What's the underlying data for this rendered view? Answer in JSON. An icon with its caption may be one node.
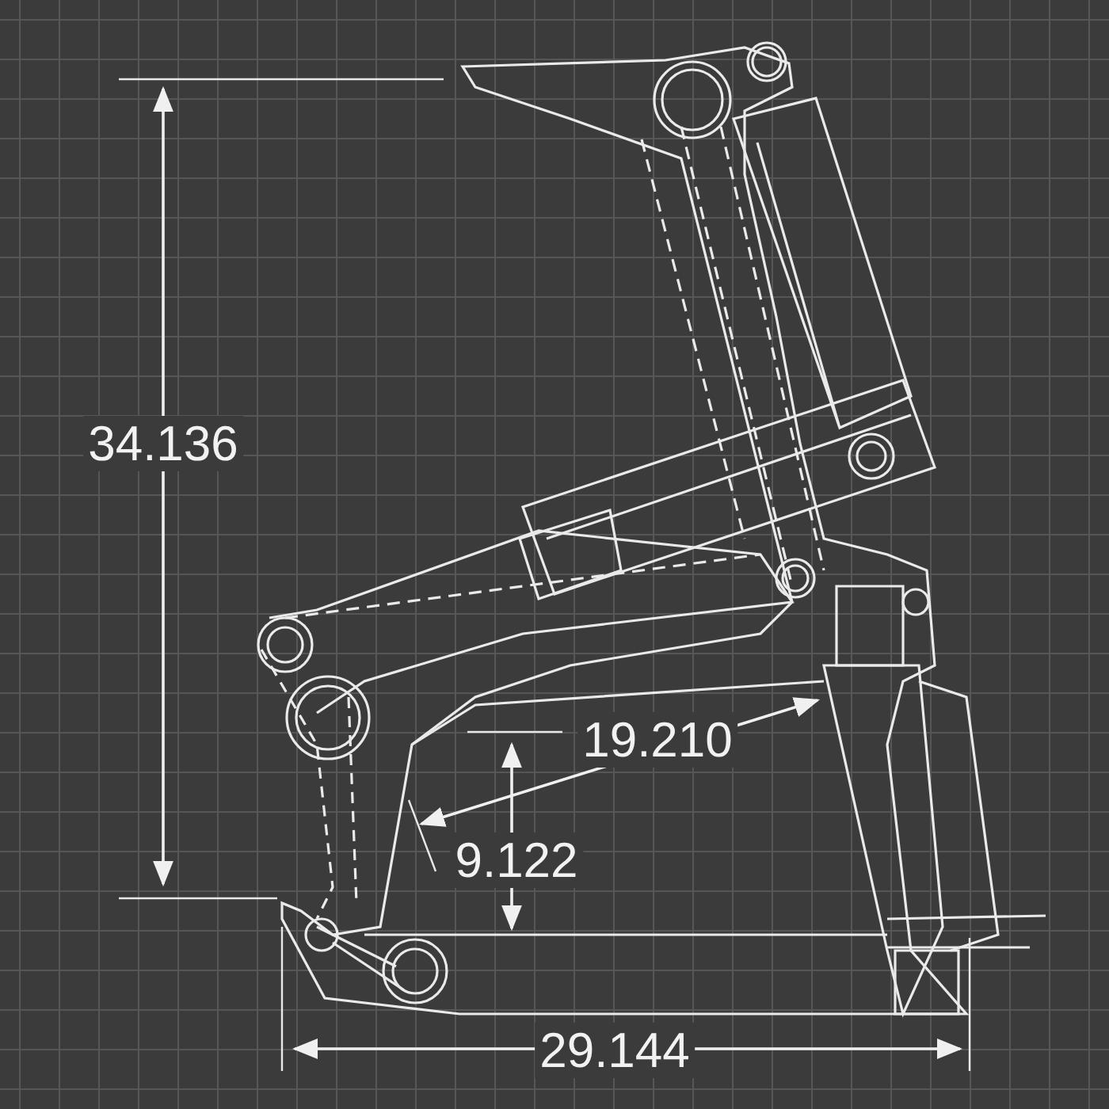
{
  "diagram": {
    "labels": [
      "34.136",
      "19.210",
      "9.122",
      "29.144"
    ]
  }
}
